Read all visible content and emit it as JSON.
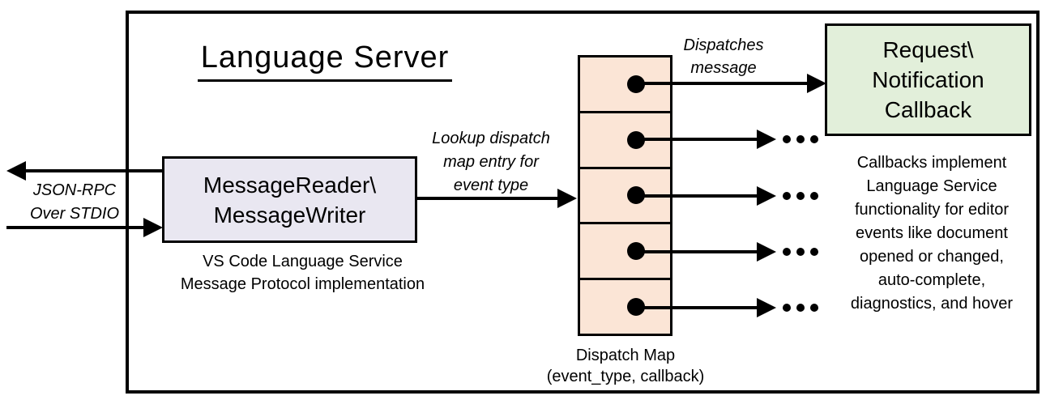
{
  "title": "Language Server",
  "stdio_label": {
    "lines": [
      "JSON-RPC",
      "Over STDIO"
    ]
  },
  "reader_box": {
    "lines": [
      "MessageReader\\",
      "MessageWriter"
    ]
  },
  "reader_caption": {
    "lines": [
      "VS Code Language Service",
      "Message Protocol implementation"
    ]
  },
  "lookup_label": {
    "lines": [
      "Lookup dispatch",
      "map entry for",
      "event type"
    ]
  },
  "dispatches_label": {
    "lines": [
      "Dispatches",
      "message"
    ]
  },
  "dispatch_map": {
    "rows": 5,
    "caption_lines": [
      "Dispatch Map",
      "(event_type, callback)"
    ]
  },
  "callback_box": {
    "lines": [
      "Request\\",
      "Notification",
      "Callback"
    ]
  },
  "callback_caption": {
    "lines": [
      "Callbacks implement",
      "Language Service",
      "functionality for editor",
      "events like document",
      "opened or changed,",
      "auto-complete,",
      "diagnostics, and hover"
    ]
  },
  "icons": {
    "ellipsis": "more-callbacks-ellipsis",
    "arrowhead": "triangle-arrowhead",
    "map_entry_dot": "callback-pointer-dot"
  },
  "colors": {
    "reader_box_fill": "#E9E7F1",
    "dispatch_map_fill": "#FBE5D6",
    "callback_box_fill": "#E2EFDA",
    "line_color": "#000000",
    "background": "#FFFFFF"
  }
}
